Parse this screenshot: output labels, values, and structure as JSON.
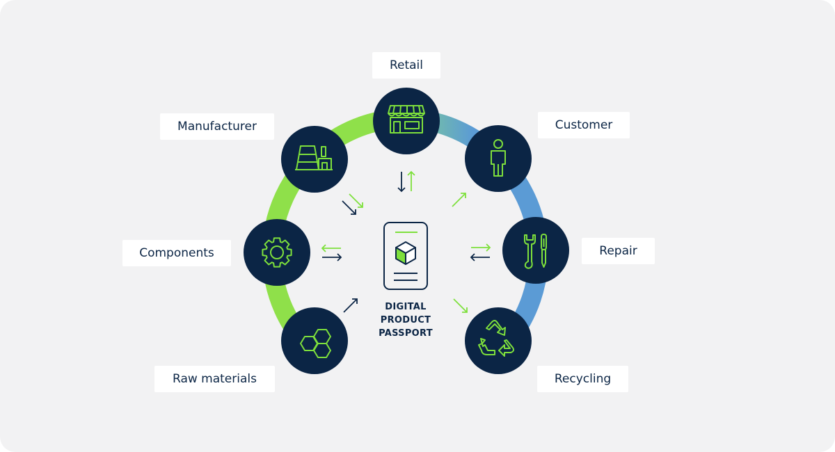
{
  "nodes": [
    {
      "id": "retail",
      "label": "Retail",
      "icon": "shop-icon"
    },
    {
      "id": "manufacturer",
      "label": "Manufacturer",
      "icon": "factory-icon"
    },
    {
      "id": "customer",
      "label": "Customer",
      "icon": "person-icon"
    },
    {
      "id": "components",
      "label": "Components",
      "icon": "gear-icon"
    },
    {
      "id": "repair",
      "label": "Repair",
      "icon": "wrench-screwdriver-icon"
    },
    {
      "id": "raw_materials",
      "label": "Raw materials",
      "icon": "hexagons-icon"
    },
    {
      "id": "recycling",
      "label": "Recycling",
      "icon": "recycle-icon"
    }
  ],
  "center": {
    "title_lines": [
      "DIGITAL",
      "PRODUCT",
      "PASSPORT"
    ],
    "icon": "phone-cube-icon"
  },
  "colors": {
    "background": "#f2f2f3",
    "node_fill": "#0b2545",
    "accent_green": "#7ee03c",
    "ring_green": "#8fe04a",
    "ring_teal": "#6ab7b0",
    "ring_blue": "#5b9bd5",
    "text_dark": "#0b2545"
  }
}
